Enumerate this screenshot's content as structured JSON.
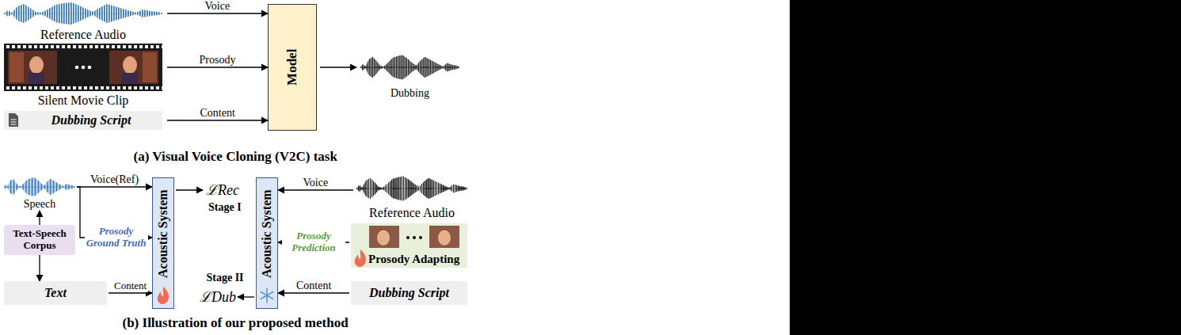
{
  "diagram": {
    "nodes": [
      {
        "text": [
          "Reference Audio"
        ]
      },
      {
        "text": [
          "Silent Movie Clip"
        ]
      },
      {
        "text": [
          "Dubbing Script"
        ]
      },
      {
        "text": [
          "Model"
        ]
      },
      {
        "text": [
          "Dubbing"
        ]
      },
      {
        "text": [
          "Speech"
        ]
      },
      {
        "text": [
          "Text-Speech Corpus"
        ]
      },
      {
        "text": [
          "Text"
        ]
      },
      {
        "text": [
          "Acoustic System"
        ]
      },
      {
        "text": [
          "ℒRec"
        ]
      },
      {
        "text": [
          "Acoustic System"
        ]
      },
      {
        "text": [
          "Reference Audio"
        ]
      },
      {
        "text": [
          "Prosody Adapting"
        ]
      },
      {
        "text": [
          "Dubbing Script"
        ]
      },
      {
        "text": [
          "ℒDub"
        ]
      }
    ],
    "edges": [
      {
        "from": 0,
        "to": 3,
        "arrow": "to",
        "label": "Voice"
      },
      {
        "from": 1,
        "to": 3,
        "arrow": "to",
        "label": "Prosody"
      },
      {
        "from": 2,
        "to": 3,
        "arrow": "to",
        "label": "Content"
      },
      {
        "from": 3,
        "to": 4,
        "arrow": "to"
      },
      {
        "from": 6,
        "to": 5,
        "arrow": "to"
      },
      {
        "from": 6,
        "to": 7,
        "arrow": "to"
      },
      {
        "from": 5,
        "to": 8,
        "arrow": "to",
        "label": "Voice(Ref)"
      },
      {
        "from": 5,
        "to": 8,
        "arrow": "to",
        "label": "Prosody Ground Truth"
      },
      {
        "from": 7,
        "to": 8,
        "arrow": "to",
        "label": "Content"
      },
      {
        "from": 8,
        "to": 9,
        "arrow": "to"
      },
      {
        "from": 11,
        "to": 10,
        "arrow": "to",
        "label": "Voice"
      },
      {
        "from": 12,
        "to": 10,
        "arrow": "to",
        "label": "Prosody Prediction"
      },
      {
        "from": 13,
        "to": 10,
        "arrow": "to",
        "label": "Content"
      },
      {
        "from": 10,
        "to": 14,
        "arrow": "to"
      }
    ],
    "labels": [
      "(a) Visual Voice Cloning (V2C) task",
      "Stage I",
      "Stage II",
      "(b) Illustration of our proposed method"
    ]
  }
}
